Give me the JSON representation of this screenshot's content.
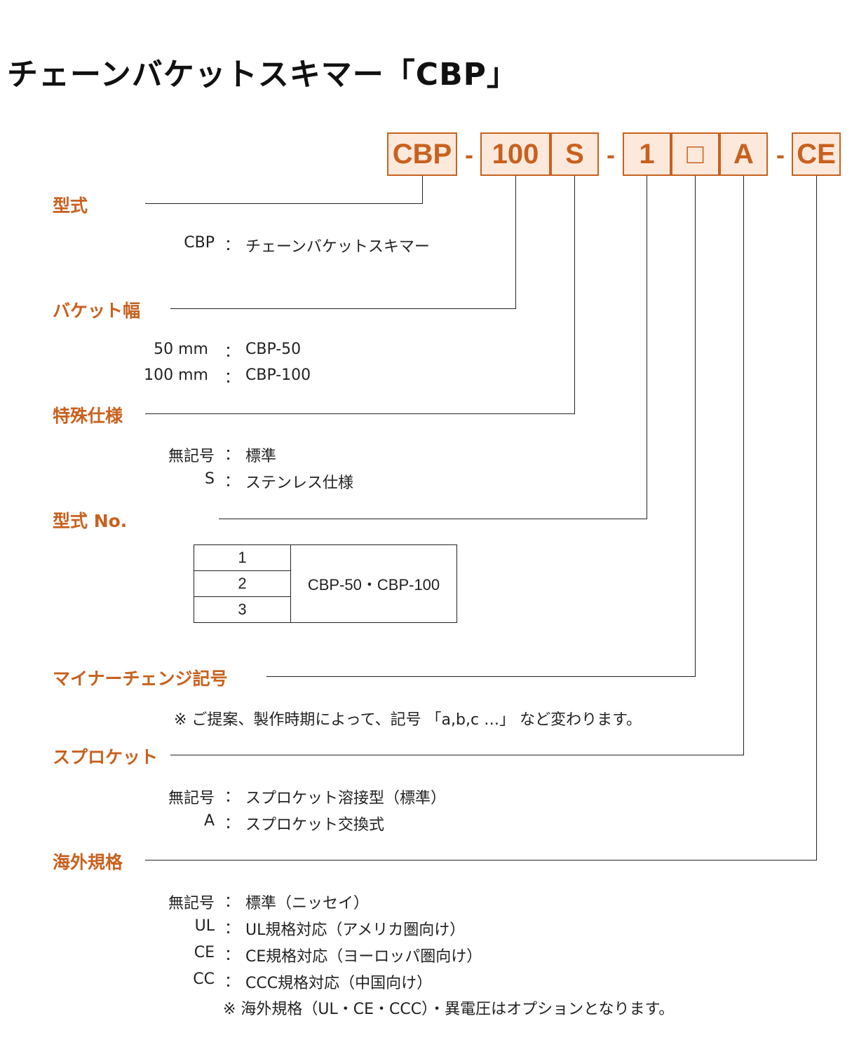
{
  "title": "チェーンバケットスキマー「CBP」",
  "code_boxes": {
    "model": "CBP",
    "width": "100",
    "special": "S",
    "model_no": "1",
    "minor": "□",
    "sprocket": "A",
    "standard": "CE",
    "separator": "-"
  },
  "sections": {
    "model": {
      "heading": "型式",
      "rows": [
        {
          "code": "CBP",
          "desc": "チェーンバケットスキマー"
        }
      ]
    },
    "bucket_width": {
      "heading": "バケット幅",
      "rows": [
        {
          "code": "50 mm",
          "desc": "CBP-50"
        },
        {
          "code": "100 mm",
          "desc": "CBP-100"
        }
      ]
    },
    "special": {
      "heading": "特殊仕様",
      "rows": [
        {
          "code": "無記号",
          "desc": "標準"
        },
        {
          "code": "S",
          "desc": "ステンレス仕様"
        }
      ]
    },
    "model_no": {
      "heading": "型式 No.",
      "table": {
        "numbers": [
          "1",
          "2",
          "3"
        ],
        "value": "CBP-50・CBP-100"
      }
    },
    "minor": {
      "heading": "マイナーチェンジ記号",
      "note": "※ ご提案、製作時期によって、記号 「a,b,c …」 など変わります。"
    },
    "sprocket": {
      "heading": "スプロケット",
      "rows": [
        {
          "code": "無記号",
          "desc": "スプロケット溶接型（標準）"
        },
        {
          "code": "A",
          "desc": "スプロケット交換式"
        }
      ]
    },
    "standard": {
      "heading": "海外規格",
      "rows": [
        {
          "code": "無記号",
          "desc": "標準（ニッセイ）"
        },
        {
          "code": "UL",
          "desc": "UL規格対応（アメリカ圏向け）"
        },
        {
          "code": "CE",
          "desc": "CE規格対応（ヨーロッパ圏向け）"
        },
        {
          "code": "CC",
          "desc": "CCC規格対応（中国向け）"
        }
      ],
      "note": "※ 海外規格（UL・CE・CCC）・異電圧はオプションとなります。"
    }
  },
  "colon": "：",
  "colors": {
    "accent": "#c8611f",
    "box_fill": "#fde9dc"
  }
}
